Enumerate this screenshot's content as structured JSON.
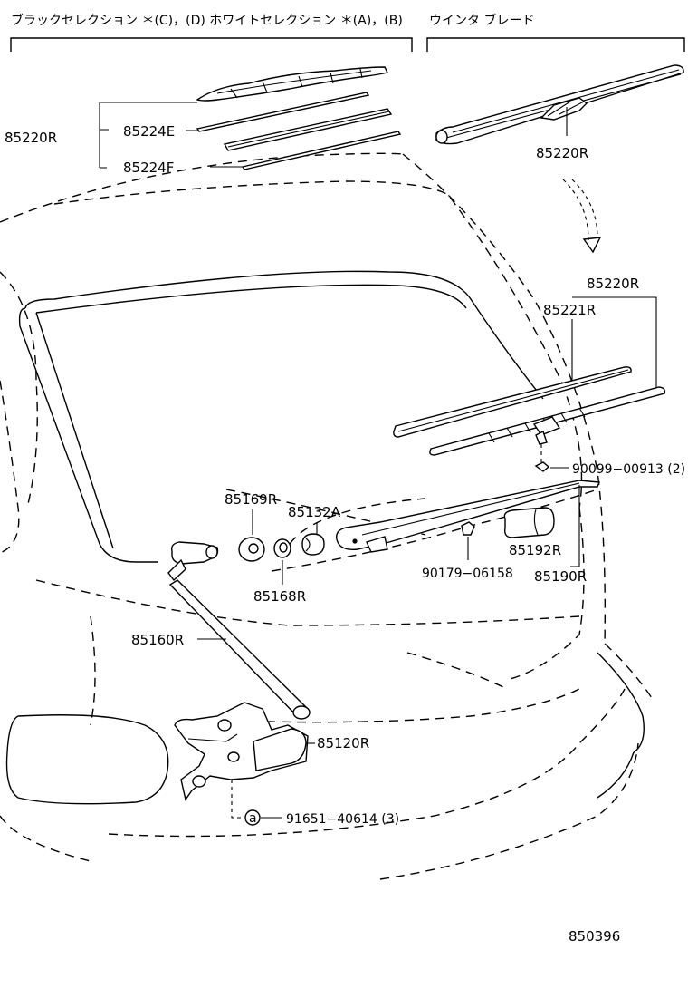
{
  "headers": {
    "left": "ブラックセレクション ＊(C)，(D) ホワイトセレクション ＊(A)，(B)",
    "right": "ウインタ ブレード"
  },
  "parts": {
    "p85220R_top_left": "85220R",
    "p85224E": "85224E",
    "p85224F": "85224F",
    "p85220R_winter": "85220R",
    "p85220R_right": "85220R",
    "p85221R": "85221R",
    "p90099": "90099−00913 (2)",
    "p85169R": "85169R",
    "p85132A": "85132A",
    "p85168R": "85168R",
    "p90179": "90179−06158",
    "p85192R": "85192R",
    "p85190R": "85190R",
    "p85160R": "85160R",
    "p85120R": "85120R",
    "p91651": "91651−40614 (3)",
    "callout_a": "a"
  },
  "diagram_id": "850396"
}
